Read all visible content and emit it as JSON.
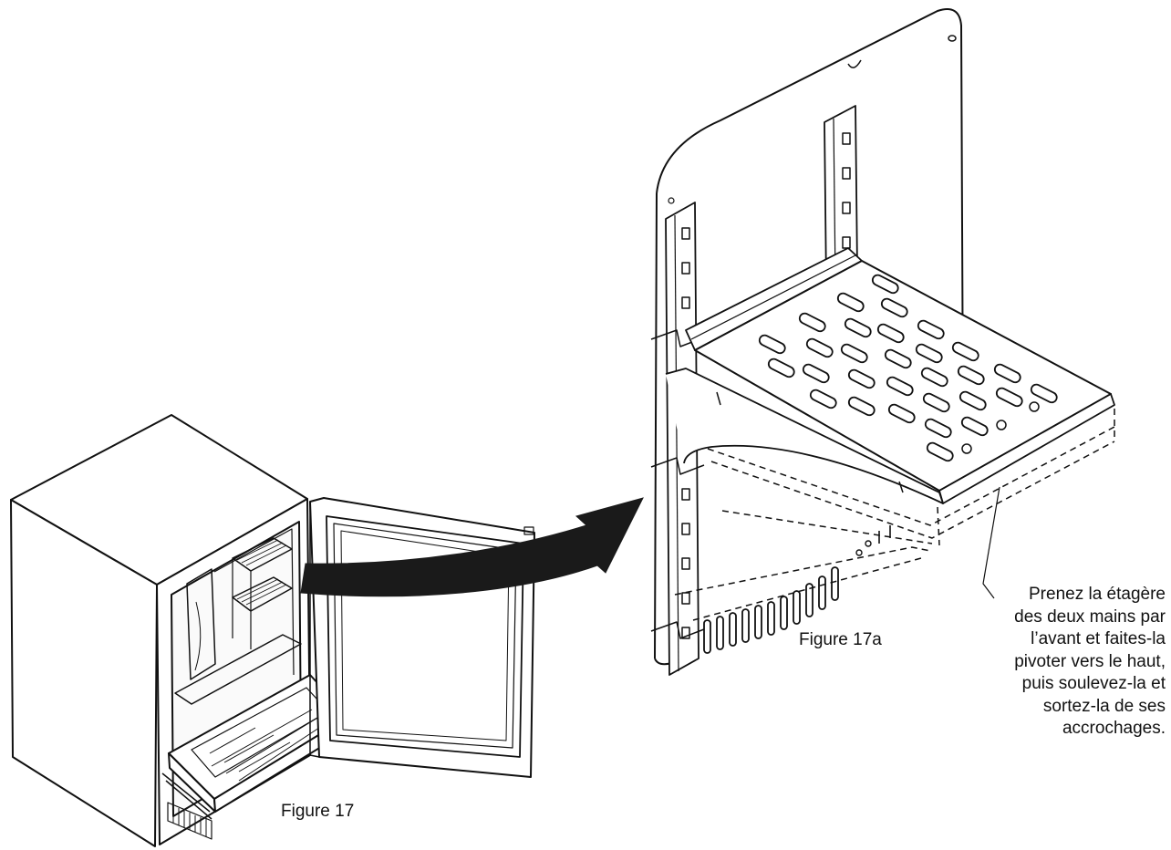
{
  "figures": {
    "fridge_caption": "Figure 17",
    "shelf_caption": "Figure 17a"
  },
  "instruction": {
    "lines": [
      "Prenez la étagère",
      "des deux mains par",
      "l’avant et faites-la",
      "pivoter vers le haut,",
      "puis soulevez-la et",
      "sortez-la de ses",
      "accrochages."
    ]
  },
  "colors": {
    "line": "#111111",
    "arrow": "#1a1a1a",
    "background": "#ffffff"
  },
  "icons": {
    "fridge": "open-refrigerator-drawing",
    "arrow": "curved-arrow",
    "shelf": "shelf-on-rails-drawing"
  }
}
